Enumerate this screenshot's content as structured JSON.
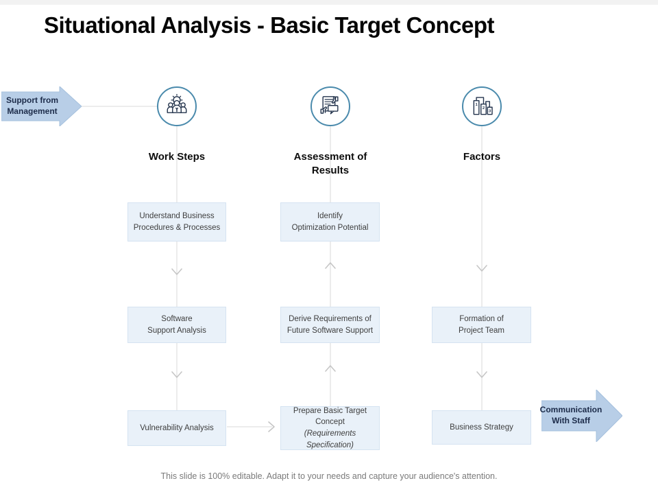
{
  "slide": {
    "title": "Situational Analysis - Basic Target Concept",
    "footer": "This slide is 100% editable. Adapt it to your needs and capture your audience's attention."
  },
  "side_arrows": {
    "left": {
      "label": "Support from\nManagement"
    },
    "right": {
      "label": "Communication\nWith  Staff"
    }
  },
  "columns": [
    {
      "header": "Work Steps",
      "icon": "team-gear-icon",
      "flow_direction": "down",
      "boxes": [
        {
          "label": "Understand Business\nProcedures & Processes"
        },
        {
          "label": "Software\nSupport Analysis"
        },
        {
          "label": "Vulnerability Analysis"
        }
      ]
    },
    {
      "header": "Assessment of\nResults",
      "icon": "document-feedback-icon",
      "flow_direction": "up",
      "boxes": [
        {
          "label": "Identify\nOptimization Potential"
        },
        {
          "label": "Derive Requirements of\nFuture Software Support"
        },
        {
          "label": "Prepare Basic Target\nConcept",
          "sublabel": "(Requirements Specification)"
        }
      ]
    },
    {
      "header": "Factors",
      "icon": "ranking-bars-icon",
      "flow_direction": "down",
      "boxes": [
        {
          "label": "Formation of\nProject Team"
        },
        {
          "label": "Business Strategy"
        }
      ]
    }
  ],
  "colors": {
    "box_fill": "#e9f1f9",
    "box_border": "#d5e3f1",
    "arrow_fill": "#b8cee7",
    "circle_border": "#4a8aac",
    "connector_line": "#d9d9d9",
    "icon_stroke": "#24344d"
  }
}
